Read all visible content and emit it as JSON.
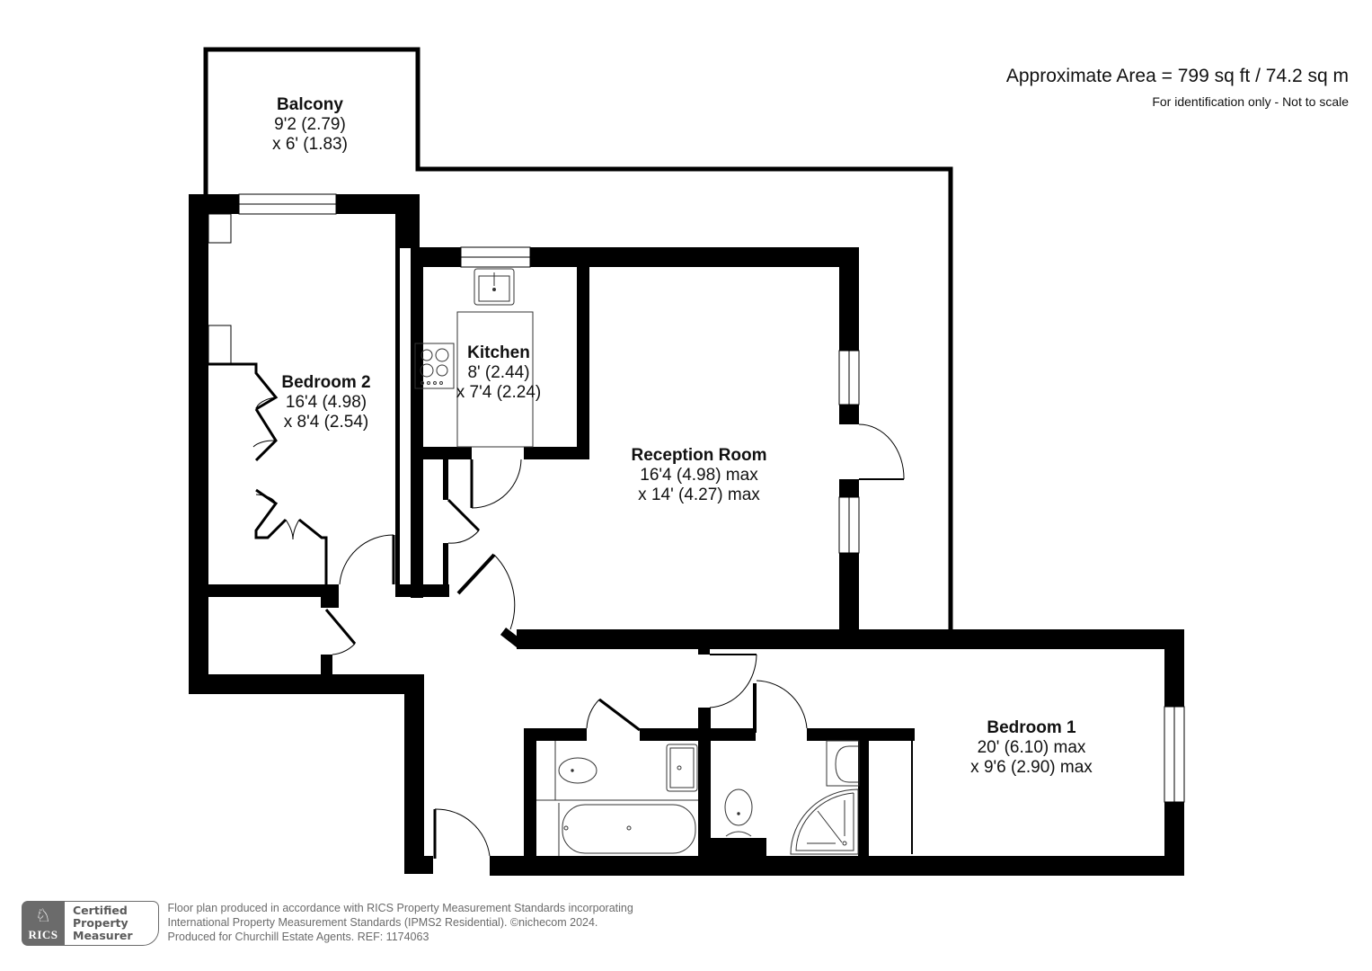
{
  "header": {
    "area": "Approximate Area = 799 sq ft / 74.2 sq m",
    "note": "For identification only - Not to scale"
  },
  "rooms": {
    "balcony": {
      "name": "Balcony",
      "dim1": "9'2 (2.79)",
      "dim2": "x 6' (1.83)"
    },
    "bedroom2": {
      "name": "Bedroom 2",
      "dim1": "16'4 (4.98)",
      "dim2": "x 8'4 (2.54)"
    },
    "kitchen": {
      "name": "Kitchen",
      "dim1": "8' (2.44)",
      "dim2": "x 7'4 (2.24)"
    },
    "reception": {
      "name": "Reception Room",
      "dim1": "16'4 (4.98) max",
      "dim2": "x 14' (4.27) max"
    },
    "bedroom1": {
      "name": "Bedroom 1",
      "dim1": "20' (6.10) max",
      "dim2": "x 9'6 (2.90) max"
    }
  },
  "footer": {
    "logo_text": "RICS",
    "logo_icon": "lion-crest-icon",
    "badge_line1": "Certified",
    "badge_line2": "Property",
    "badge_line3": "Measurer",
    "line1": "Floor plan produced in accordance with RICS Property Measurement Standards incorporating",
    "line2": "International Property Measurement Standards (IPMS2 Residential).   ©nichecom 2024.",
    "line3": "Produced for Churchill Estate Agents.   REF: 1174063"
  },
  "colors": {
    "wall": "#000000",
    "background": "#ffffff",
    "fixture": "#333333",
    "logo_grey": "#6b6b6b"
  }
}
